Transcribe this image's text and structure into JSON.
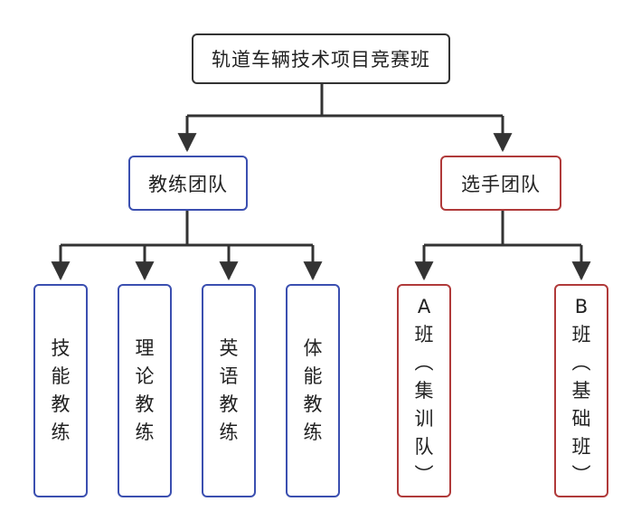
{
  "colors": {
    "root_border": "#333333",
    "coach_border": "#3b4fb0",
    "player_border": "#b03a3a",
    "connector": "#333333",
    "text": "#222222"
  },
  "root": {
    "label": "轨道车辆技术项目竞赛班"
  },
  "coach_team": {
    "label": "教练团队",
    "members": [
      "技能教练",
      "理论教练",
      "英语教练",
      "体能教练"
    ]
  },
  "player_team": {
    "label": "选手团队",
    "members": [
      "A班（集训队）",
      "B班（基础班）"
    ]
  }
}
